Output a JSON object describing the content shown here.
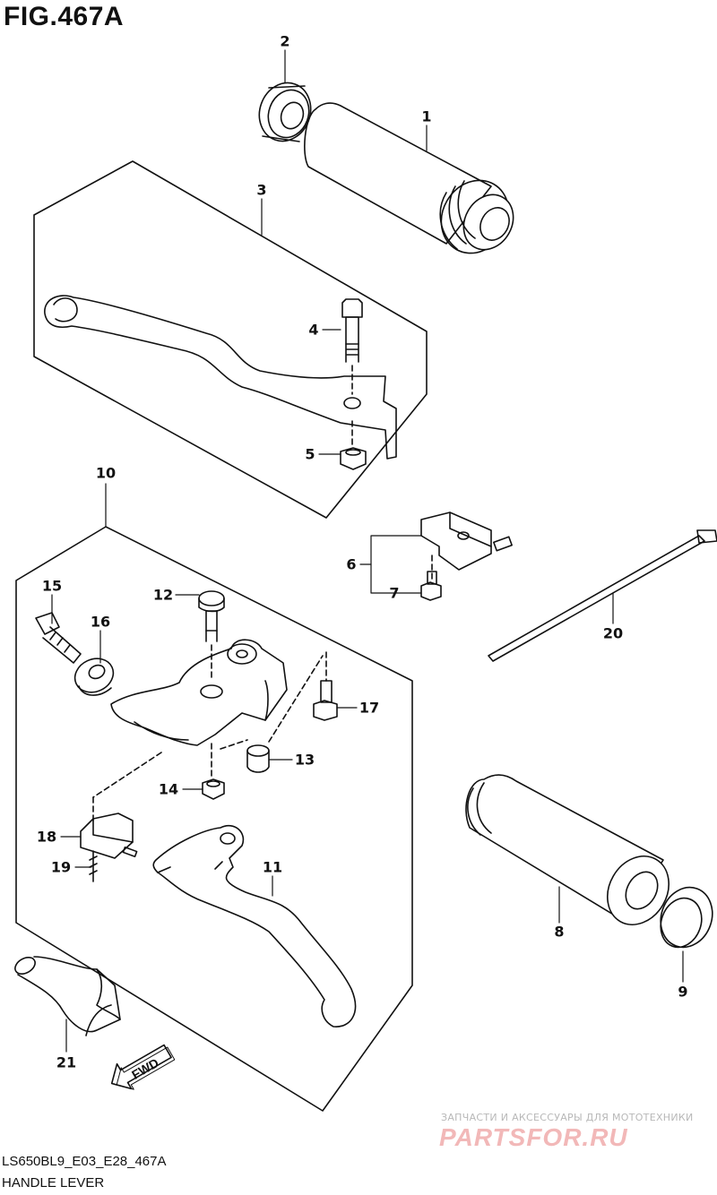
{
  "figure": {
    "title": "FIG.467A",
    "code": "LS650BL9_E03_E28_467A",
    "name": "HANDLE LEVER",
    "direction_label": "FWD"
  },
  "callouts": {
    "c1": "1",
    "c2": "2",
    "c3": "3",
    "c4": "4",
    "c5": "5",
    "c6": "6",
    "c7": "7",
    "c8": "8",
    "c9": "9",
    "c10": "10",
    "c11": "11",
    "c12": "12",
    "c13": "13",
    "c14": "14",
    "c15": "15",
    "c16": "16",
    "c17": "17",
    "c18": "18",
    "c19": "19",
    "c20": "20",
    "c21": "21"
  },
  "watermark": {
    "caption": "ЗАПЧАСТИ И АКСЕССУАРЫ ДЛЯ МОТОТЕХНИКИ",
    "logo": "PARTSFOR.RU"
  }
}
